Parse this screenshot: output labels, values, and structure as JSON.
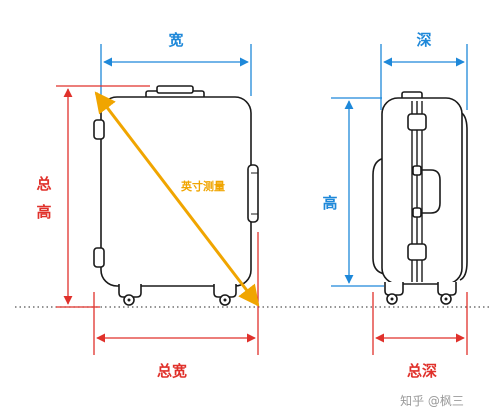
{
  "labels": {
    "width": "宽",
    "depth": "深",
    "total_height_top": "总",
    "total_height_bottom": "高",
    "height": "高",
    "diagonal": "英寸测量",
    "total_width": "总宽",
    "total_depth": "总深"
  },
  "watermark": "知乎 @枫三",
  "colors": {
    "blue": "#1e88d9",
    "red": "#e0312b",
    "orange": "#f0a500",
    "outline": "#1a1a1a"
  }
}
